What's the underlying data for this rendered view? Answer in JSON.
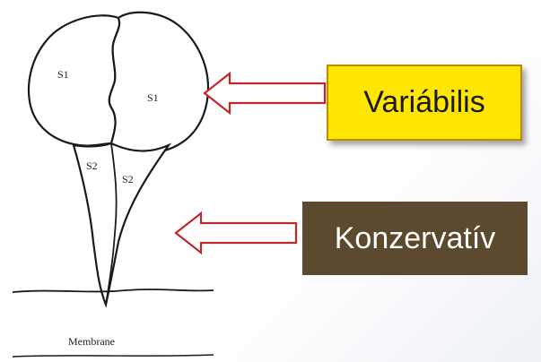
{
  "diagram": {
    "labels": {
      "s1_left": "S1",
      "s1_right": "S1",
      "s2_left": "S2",
      "s2_right": "S2",
      "membrane": "Membrane"
    },
    "callouts": {
      "variable": "Variábilis",
      "conserved": "Konzervatív"
    },
    "colors": {
      "variable_bg": "#ffe600",
      "variable_border": "#c08a00",
      "conserved_bg": "#5b4a2e",
      "conserved_text": "#ffffff",
      "arrow_stroke": "#c0282a",
      "arrow_fill": "#ffffff"
    }
  }
}
